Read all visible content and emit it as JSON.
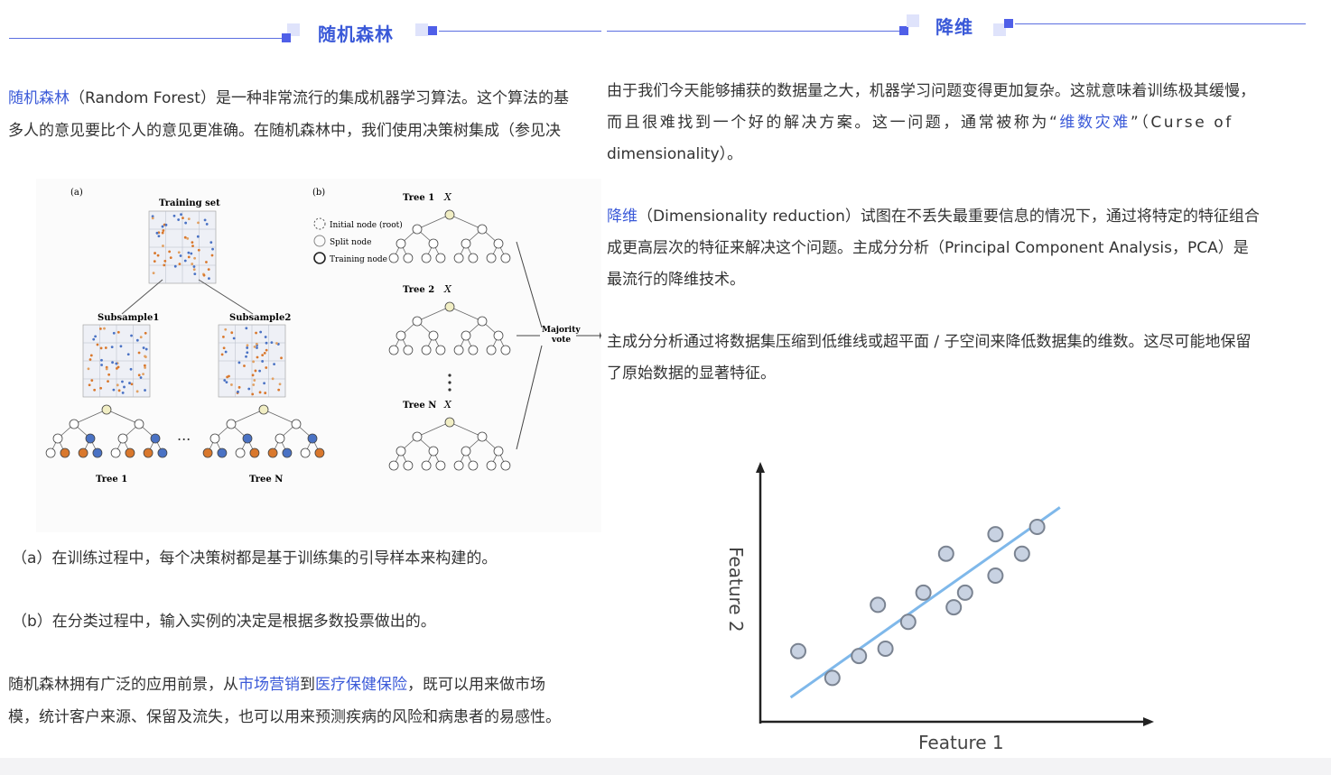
{
  "left": {
    "heading": "随机森林",
    "intro_line1_link": "随机森林",
    "intro_line1_rest": "（Random Forest）是一种非常流行的集成机器学习算法。这个算法的基",
    "intro_line2": "多人的意见要比个人的意见更准确。在随机森林中，我们使用决策树集成（参见决",
    "figure": {
      "label_a": "(a)",
      "label_b": "(b)",
      "training_set": "Training set",
      "subsample1": "Subsample1",
      "subsample2": "Subsample2",
      "tree1_a": "Tree 1",
      "treeN_a": "Tree N",
      "ellipsis": "...",
      "legend_initial": "Initial node (root)",
      "legend_split": "Split node",
      "legend_training": "Training node",
      "tree1_b": "Tree 1",
      "tree2_b": "Tree 2",
      "treeN_b": "Tree N",
      "x_label": "X",
      "majority": "Majority",
      "vote": "vote"
    },
    "caption_a": "（a）在训练过程中，每个决策树都是基于训练集的引导样本来构建的。",
    "caption_b": "（b）在分类过程中，输入实例的决定是根据多数投票做出的。",
    "apps_prefix": "随机森林拥有广泛的应用前景，从",
    "apps_link1": "市场营销",
    "apps_mid": "到",
    "apps_link2": "医疗保健保险",
    "apps_rest": "，既可以用来做市场",
    "apps_line2": "模，统计客户来源、保留及流失，也可以用来预测疾病的风险和病患者的易感性。"
  },
  "right": {
    "heading": "降维",
    "p1_line1": "由于我们今天能够捕获的数据量之大，机器学习问题变得更加复杂。这就意味着训练极其缓慢，",
    "p1_line2_pre": "而且很难找到一个好的解决方案。这一问题，通常被称为“",
    "p1_line2_link": "维数灾难",
    "p1_line2_post": "”（Curse of",
    "p1_line3": "dimensionality）。",
    "p2_link": "降维",
    "p2_line1_rest": "（Dimensionality reduction）试图在不丢失最重要信息的情况下，通过将特定的特征组合",
    "p2_line2": "成更高层次的特征来解决这个问题。主成分分析（Principal Component Analysis，PCA）是",
    "p2_line3": "最流行的降维技术。",
    "p3_line1": "主成分分析通过将数据集压缩到低维线或超平面 / 子空间来降低数据集的维数。这尽可能地保留",
    "p3_line2": "了原始数据的显著特征。",
    "colors": {
      "point": "#c8d2e2",
      "line": "#7fb8ea",
      "axis": "#222222"
    }
  },
  "chart_data": {
    "type": "scatter",
    "title": "",
    "xlabel": "Feature 1",
    "ylabel": "Feature 2",
    "xlim": [
      0,
      10
    ],
    "ylim": [
      0,
      10
    ],
    "grid": false,
    "points": [
      {
        "x": 1.0,
        "y": 2.9
      },
      {
        "x": 1.9,
        "y": 1.8
      },
      {
        "x": 2.6,
        "y": 2.7
      },
      {
        "x": 3.3,
        "y": 3.0
      },
      {
        "x": 3.1,
        "y": 4.8
      },
      {
        "x": 3.9,
        "y": 4.1
      },
      {
        "x": 4.3,
        "y": 5.3
      },
      {
        "x": 4.9,
        "y": 6.9
      },
      {
        "x": 5.1,
        "y": 4.7
      },
      {
        "x": 5.4,
        "y": 5.3
      },
      {
        "x": 6.2,
        "y": 6.0
      },
      {
        "x": 6.2,
        "y": 7.7
      },
      {
        "x": 6.9,
        "y": 6.9
      },
      {
        "x": 7.3,
        "y": 8.0
      }
    ],
    "fit_line": {
      "x": [
        0.8,
        7.9
      ],
      "y": [
        1.0,
        8.8
      ]
    }
  }
}
